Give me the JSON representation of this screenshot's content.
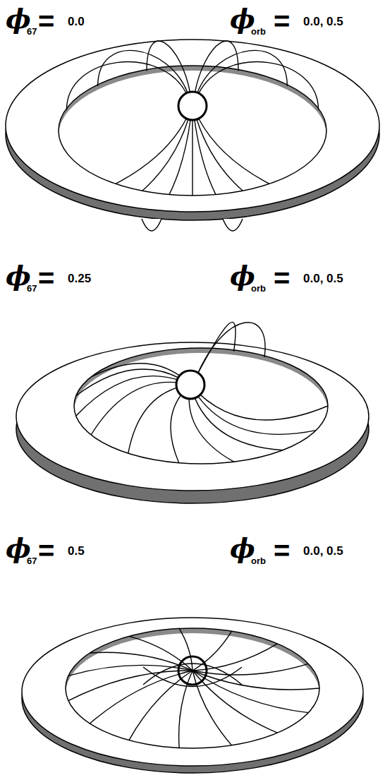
{
  "diagram": {
    "labels": [
      "ϕ",
      "67",
      "=",
      "0.0",
      "ϕ",
      "orb",
      "=",
      "0.0, 0.5",
      "ϕ",
      "67",
      "=",
      "0.25",
      "ϕ",
      "orb",
      "=",
      "0.0, 0.5",
      "ϕ",
      "67",
      "=",
      "0.5",
      "ϕ",
      "orb",
      "=",
      "0.0, 0.5"
    ]
  }
}
